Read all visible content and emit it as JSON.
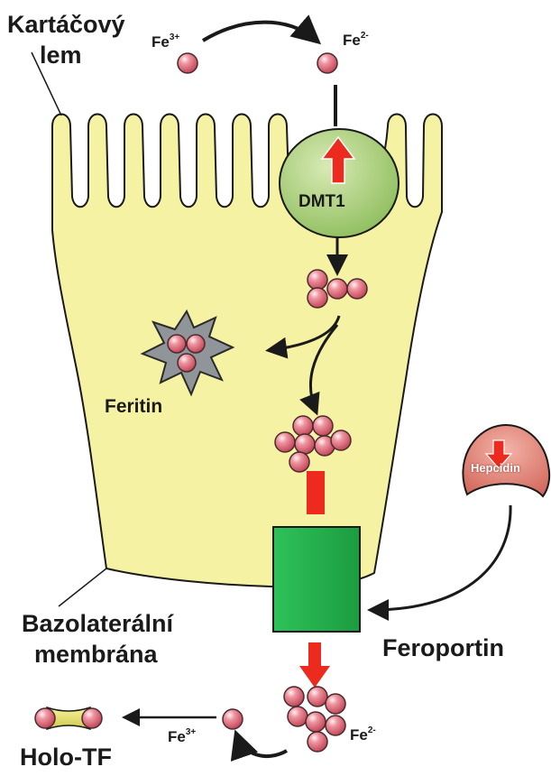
{
  "labels": {
    "brush_border": [
      "Kartáčový",
      "lem"
    ],
    "basolateral_membrane": [
      "Bazolaterální",
      "membrána"
    ],
    "ferritin": "Feritin",
    "dmt1": "DMT1",
    "hepcidin": "Hepcidin",
    "ferroportin": "Feroportin",
    "holo_tf": "Holo-TF",
    "fe3_top": {
      "symbol": "Fe",
      "charge": "3+"
    },
    "fe2_top": {
      "symbol": "Fe",
      "charge": "2-"
    },
    "fe3_bottom": {
      "symbol": "Fe",
      "charge": "3+"
    },
    "fe2_bottom": {
      "symbol": "Fe",
      "charge": "2-"
    }
  },
  "colors": {
    "cell": "#f6f2a4",
    "dmt1": "#a8cc78",
    "ferroportin": "#23b24a",
    "arrow_red": "#ec2a1e",
    "hepcidin": "#e8877a",
    "ferritin": "#8f9598",
    "iron": "#e37a84"
  }
}
